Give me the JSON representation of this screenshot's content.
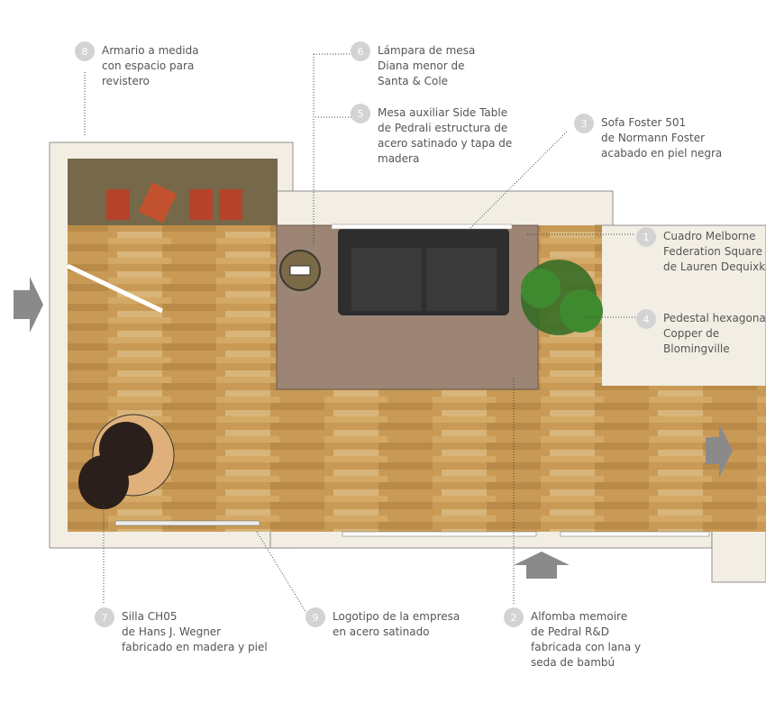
{
  "labels": [
    {
      "num": "1",
      "lines": [
        "Cuadro Melborne",
        "Federation Square",
        "de Lauren Dequixk"
      ]
    },
    {
      "num": "2",
      "lines": [
        "Alfomba memoire",
        "de Pedral R&D",
        "fabricada con lana y",
        "seda de bambú"
      ]
    },
    {
      "num": "3",
      "lines": [
        "Sofa Foster 501",
        "de Normann Foster",
        "acabado en piel negra"
      ]
    },
    {
      "num": "4",
      "lines": [
        "Pedestal hexagonal",
        "Copper de",
        "Blomingville"
      ]
    },
    {
      "num": "5",
      "lines": [
        "Mesa auxiliar Side Table",
        "de Pedrali estructura de",
        "acero satinado y tapa de",
        "madera"
      ]
    },
    {
      "num": "6",
      "lines": [
        "Lámpara de mesa",
        "Diana menor de",
        "Santa & Cole"
      ]
    },
    {
      "num": "7",
      "lines": [
        "Silla CH05",
        "de Hans J. Wegner",
        "fabricado en madera y piel"
      ]
    },
    {
      "num": "8",
      "lines": [
        "Armario a medida",
        "con espacio para",
        "revistero"
      ]
    },
    {
      "num": "9",
      "lines": [
        "Logotipo de la empresa",
        "en acero satinado"
      ]
    }
  ],
  "colors": {
    "wall": "#f2eee4",
    "floor": "#c99a55",
    "cabinet": "#75694a",
    "rug": "#9c8574",
    "sofa": "#2e2e2e",
    "arrow": "#8a8a8a",
    "badge": "#d3d3d3"
  }
}
